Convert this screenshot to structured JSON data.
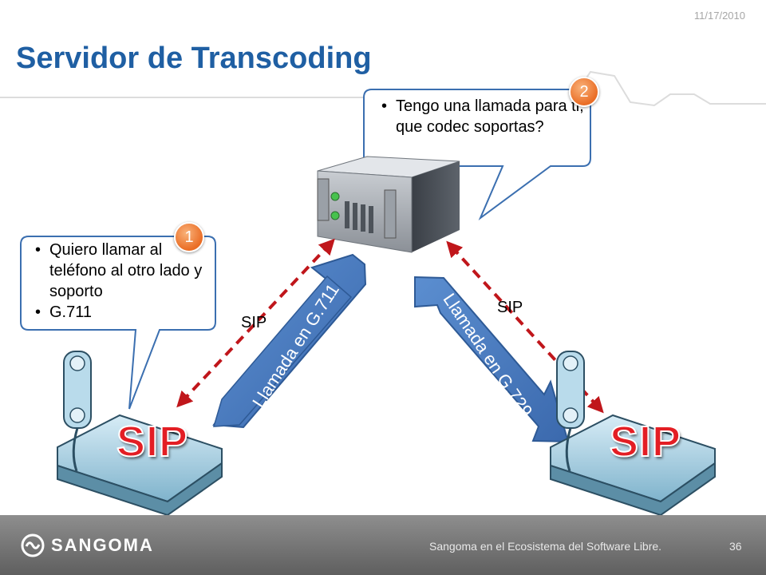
{
  "header": {
    "date": "11/17/2010",
    "title": "Servidor de Transcoding"
  },
  "bubble_left": {
    "badge": "1",
    "bullets": [
      "Quiero llamar al teléfono al otro lado y soporto",
      "G.711"
    ]
  },
  "bubble_right": {
    "badge": "2",
    "bullets": [
      "Tengo una llamada para ti, que codec soportas?"
    ]
  },
  "links": {
    "sip_left": "SIP",
    "sip_right": "SIP",
    "call_left": "Llamada en G.711",
    "call_right": "Llamada en G.729"
  },
  "phones": {
    "left_label": "SIP",
    "right_label": "SIP"
  },
  "footer": {
    "logo": "SANGOMA",
    "caption": "Sangoma en el Ecosistema del Software Libre.",
    "page_number": "36"
  },
  "colors": {
    "title": "#1f5fa3",
    "callout_border": "#3b6fb0",
    "arrow_fill": "#4a7cc0",
    "sip_dashed": "#c0161b",
    "badge": "#ea6d25",
    "sip_logo": "#e31e24"
  }
}
